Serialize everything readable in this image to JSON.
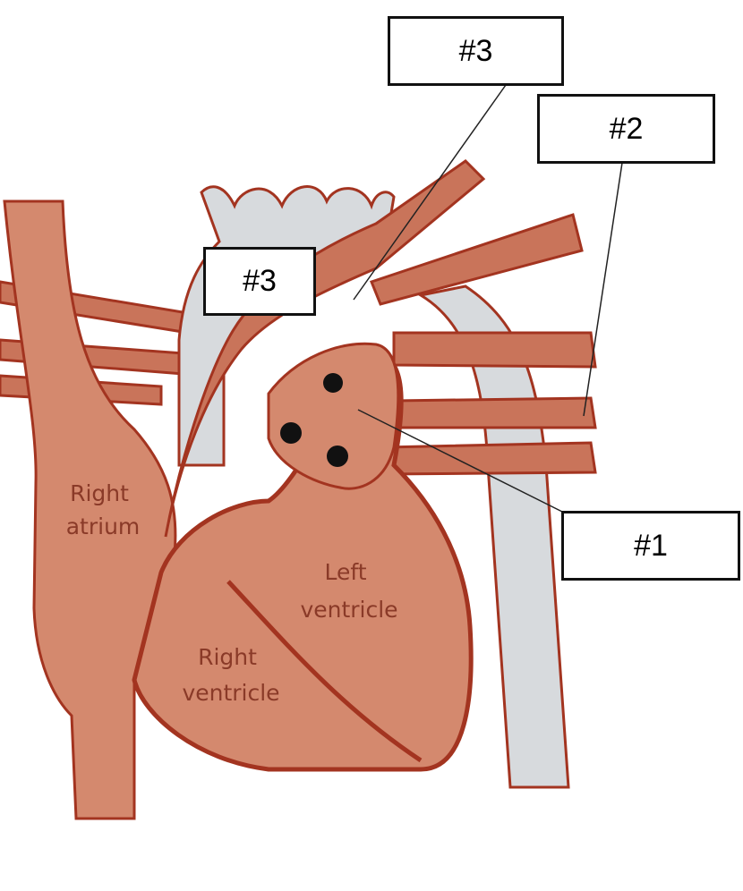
{
  "labels": {
    "right_atrium": [
      "Right",
      "atrium"
    ],
    "left_ventricle": [
      "Left",
      "ventricle"
    ],
    "right_ventricle": [
      "Right",
      "ventricle"
    ]
  },
  "callouts": {
    "top": "#3",
    "left": "#3",
    "upper_right": "#2",
    "lower_right": "#1"
  },
  "colors": {
    "vessel_fill": "#c9745a",
    "vessel_stroke": "#a33420",
    "heart_fill": "#d4896e",
    "vein_fill": "#d7dadd",
    "outline": "#111111"
  }
}
